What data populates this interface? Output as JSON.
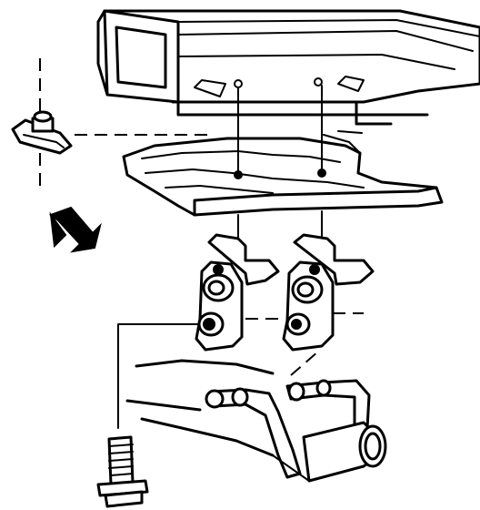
{
  "figure": {
    "parts": [
      "frame-crossmember",
      "crossmember-bracket",
      "clip-nut",
      "mount-insulator-left",
      "mount-insulator-right",
      "exhaust-pipe-assembly",
      "mounting-bolt",
      "front-direction-arrow"
    ],
    "line_color": "#000000",
    "background": "#ffffff"
  }
}
